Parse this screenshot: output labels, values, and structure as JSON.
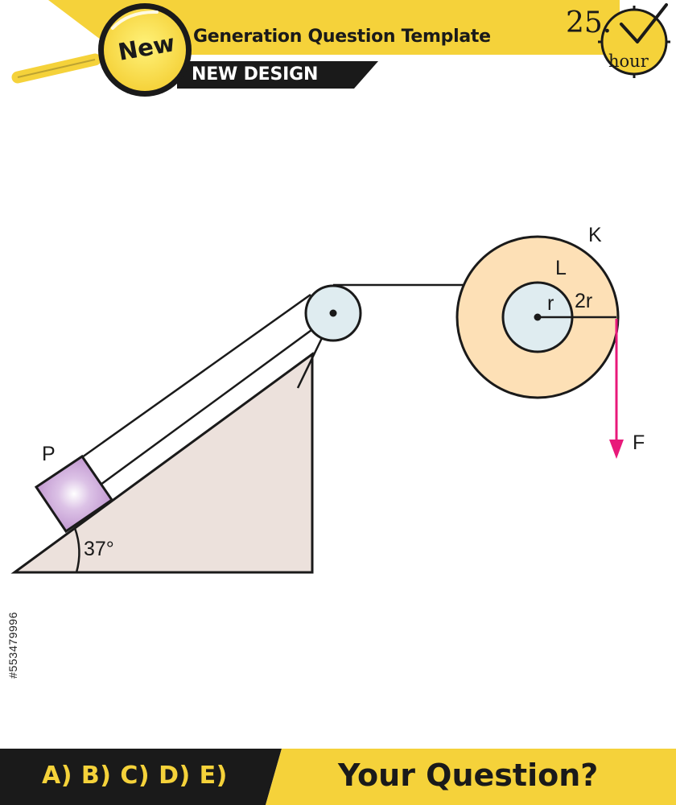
{
  "header": {
    "badge": "New",
    "title": "Generation Question Template",
    "subtitle": "NEW DESIGN"
  },
  "timer": {
    "value": "25.",
    "unit": "hour"
  },
  "diagram": {
    "block_label": "P",
    "angle_label": "37°",
    "outer_wheel_label": "K",
    "inner_wheel_label": "L",
    "inner_radius_label": "r",
    "outer_radius_label": "2r",
    "force_label": "F",
    "colors": {
      "incline": "#ece1dc",
      "block": "#b889c9",
      "pulley": "#dfecf0",
      "outer_wheel": "#fde0b6",
      "force": "#e8197a"
    }
  },
  "footer": {
    "answers": "A) B) C) D) E)",
    "question": "Your Question?"
  },
  "side_id": "#553479996"
}
